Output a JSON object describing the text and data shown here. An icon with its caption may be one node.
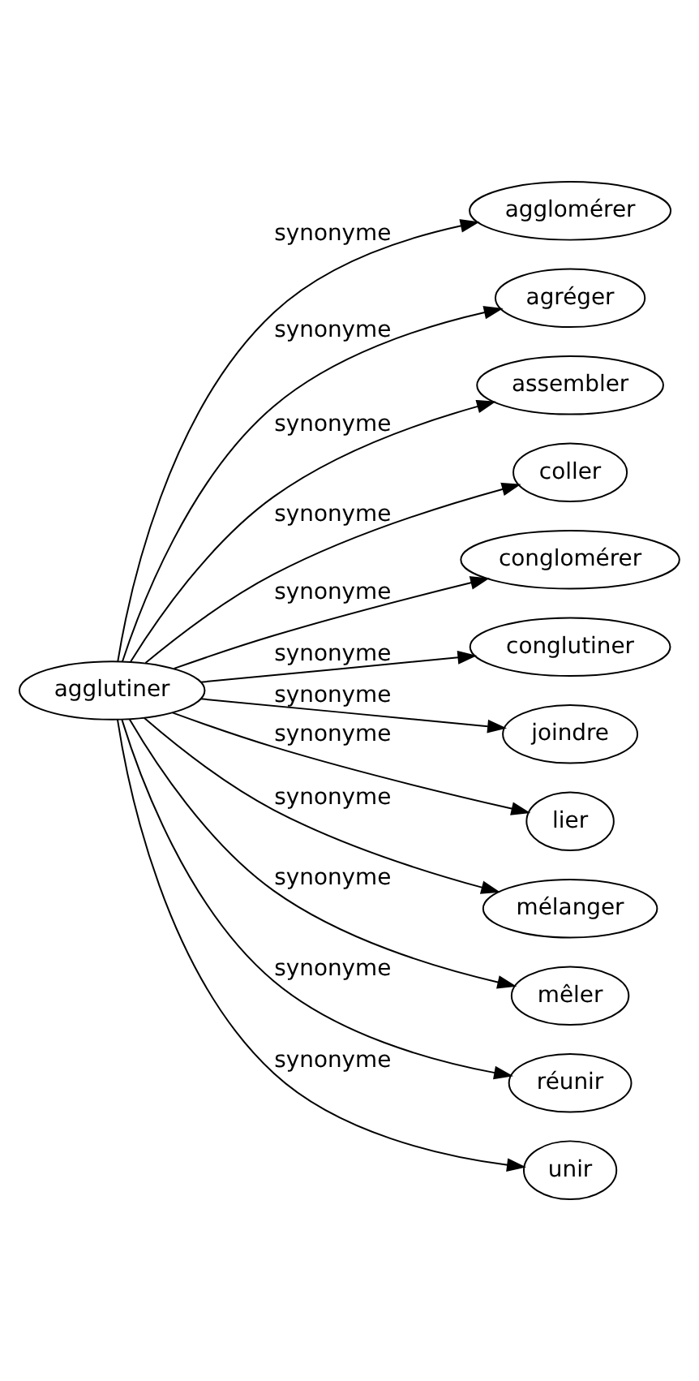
{
  "diagram": {
    "nodes": [
      {
        "text": [
          "agglutiner"
        ]
      },
      {
        "text": [
          "agglomérer"
        ]
      },
      {
        "text": [
          "agréger"
        ]
      },
      {
        "text": [
          "assembler"
        ]
      },
      {
        "text": [
          "coller"
        ]
      },
      {
        "text": [
          "conglomérer"
        ]
      },
      {
        "text": [
          "conglutiner"
        ]
      },
      {
        "text": [
          "joindre"
        ]
      },
      {
        "text": [
          "lier"
        ]
      },
      {
        "text": [
          "mélanger"
        ]
      },
      {
        "text": [
          "mêler"
        ]
      },
      {
        "text": [
          "réunir"
        ]
      },
      {
        "text": [
          "unir"
        ]
      }
    ],
    "edges": [
      {
        "from": 0,
        "to": 1,
        "arrow": "to",
        "label": "synonyme"
      },
      {
        "from": 0,
        "to": 2,
        "arrow": "to",
        "label": "synonyme"
      },
      {
        "from": 0,
        "to": 3,
        "arrow": "to",
        "label": "synonyme"
      },
      {
        "from": 0,
        "to": 4,
        "arrow": "to",
        "label": "synonyme"
      },
      {
        "from": 0,
        "to": 5,
        "arrow": "to",
        "label": "synonyme"
      },
      {
        "from": 0,
        "to": 6,
        "arrow": "to",
        "label": "synonyme"
      },
      {
        "from": 0,
        "to": 7,
        "arrow": "to",
        "label": "synonyme"
      },
      {
        "from": 0,
        "to": 8,
        "arrow": "to",
        "label": "synonyme"
      },
      {
        "from": 0,
        "to": 9,
        "arrow": "to",
        "label": "synonyme"
      },
      {
        "from": 0,
        "to": 10,
        "arrow": "to",
        "label": "synonyme"
      },
      {
        "from": 0,
        "to": 11,
        "arrow": "to",
        "label": "synonyme"
      },
      {
        "from": 0,
        "to": 12,
        "arrow": "to",
        "label": "synonyme"
      }
    ]
  }
}
